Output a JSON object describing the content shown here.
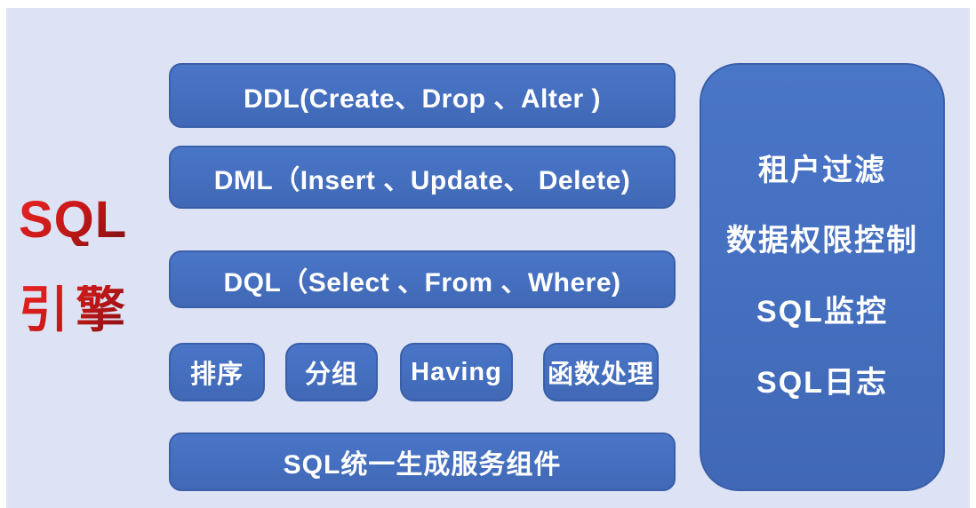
{
  "colors": {
    "background": "#dde3f4",
    "box_fill": "#4068b6",
    "box_fill_light": "#4a76c8",
    "box_border": "#3a5fa8",
    "text": "#ffffff",
    "title_red": "#c41818",
    "title_red_light": "#e52222",
    "title_red_dark": "#871113"
  },
  "title": {
    "line1": "SQL",
    "line2": "引擎"
  },
  "engine_rows": [
    {
      "id": "ddl",
      "label": "DDL(Create、Drop 、Alter )"
    },
    {
      "id": "dml",
      "label": "DML（Insert 、Update、 Delete)"
    },
    {
      "id": "dql",
      "label": "DQL（Select 、From 、Where)"
    }
  ],
  "feature_boxes": [
    {
      "label": "排序"
    },
    {
      "label": "分组"
    },
    {
      "label": "Having"
    },
    {
      "label": "函数处理"
    }
  ],
  "bottom_row": {
    "label": "SQL统一生成服务组件"
  },
  "side_panel": {
    "items": [
      {
        "label": "租户过滤"
      },
      {
        "label": "数据权限控制"
      },
      {
        "label": "SQL监控"
      },
      {
        "label": "SQL日志"
      }
    ]
  }
}
